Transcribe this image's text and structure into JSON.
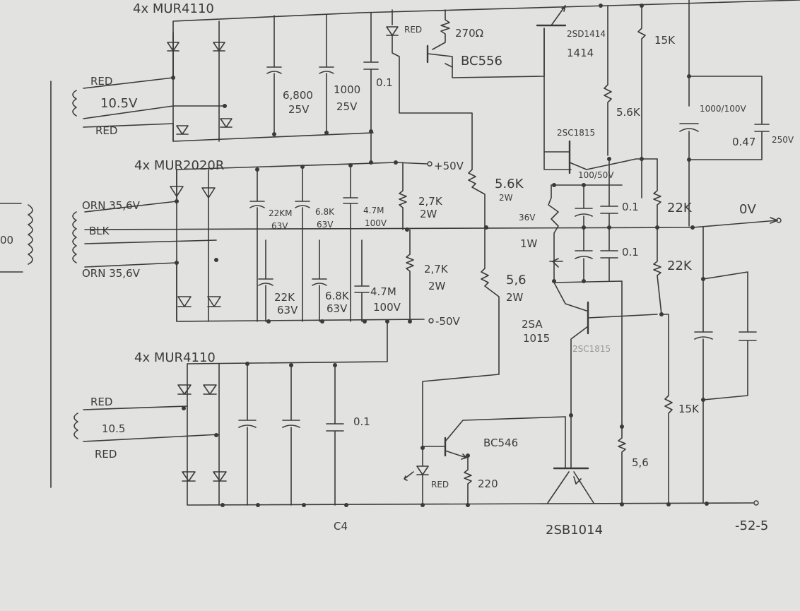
{
  "labels": {
    "bridge_top": "4x MUR4110",
    "bridge_mid": "4x MUR2020R",
    "bridge_bot": "4x MUR4110",
    "red_tl": "RED",
    "v_top": "10.5V",
    "red_bl": "RED",
    "orn_top": "ORN 35,6V",
    "blk": "BLK",
    "orn_bot": "ORN 35,6V",
    "red_tl3": "RED",
    "v_bot": "10.5",
    "red_bl3": "RED",
    "c_6800_a": "6,800",
    "c_6800_b": "25V",
    "c_1000_a": "1000",
    "c_1000_b": "25V",
    "c_0_1_top": "0.1",
    "led_red_top": "RED",
    "r_270": "270Ω",
    "q_bc556": "BC556",
    "q_2sd_a": "2SD1414",
    "q_2sd_b": "1414",
    "r_15k_top": "15K",
    "r_5_6k_top": "5.6K",
    "c_1000_100_a": "1000/100V",
    "c_047_a": "0.47",
    "c_047_b": "250V",
    "q_2sc1815": "2SC1815",
    "plus50": "+50V",
    "c_22k_a": "22KM",
    "c_22k_b": "63V",
    "c_6_8k_a": "6.8K",
    "c_6_8k_b": "63V",
    "c_4_7m_a": "4.7M",
    "c_4_7m_b": "100V",
    "r_2_7k_top_a": "2,7K",
    "r_2_7k_top_b": "2W",
    "r_5_6k_mid_a": "5.6K",
    "r_5_6k_mid_b": "2W",
    "c_100_50": "100/50V",
    "z_36v": "36V",
    "c_0_1_a": "0.1",
    "r_22k_top": "22K",
    "zero_v": "0V",
    "one_w": "1W",
    "c_0_1_b": "0.1",
    "r_22k_bot": "22K",
    "c_22k2_a": "22K",
    "c_22k2_b": "63V",
    "c_6_8k2_a": "6.8K",
    "c_6_8k2_b": "63V",
    "c_4_7m2_a": "4.7M",
    "c_4_7m2_b": "100V",
    "r_2_7k_bot_a": "2,7K",
    "r_2_7k_bot_b": "2W",
    "minus50": "-50V",
    "r_5_6_a": "5,6",
    "r_5_6_b": "2W",
    "q_2sa_a": "2SA",
    "q_2sa_b": "1015",
    "q_2sc_faint": "2SC1815",
    "r_15k_bot": "15K",
    "c_0_1_bot": "0.1",
    "q_bc546": "BC546",
    "led_red_bot": "RED",
    "r_220": "220",
    "r_5_6_bot": "5,6",
    "q_2sb": "2SB1014",
    "cap_bottom": "C4",
    "minus52": "-52-5",
    "trafo_00": "00"
  }
}
